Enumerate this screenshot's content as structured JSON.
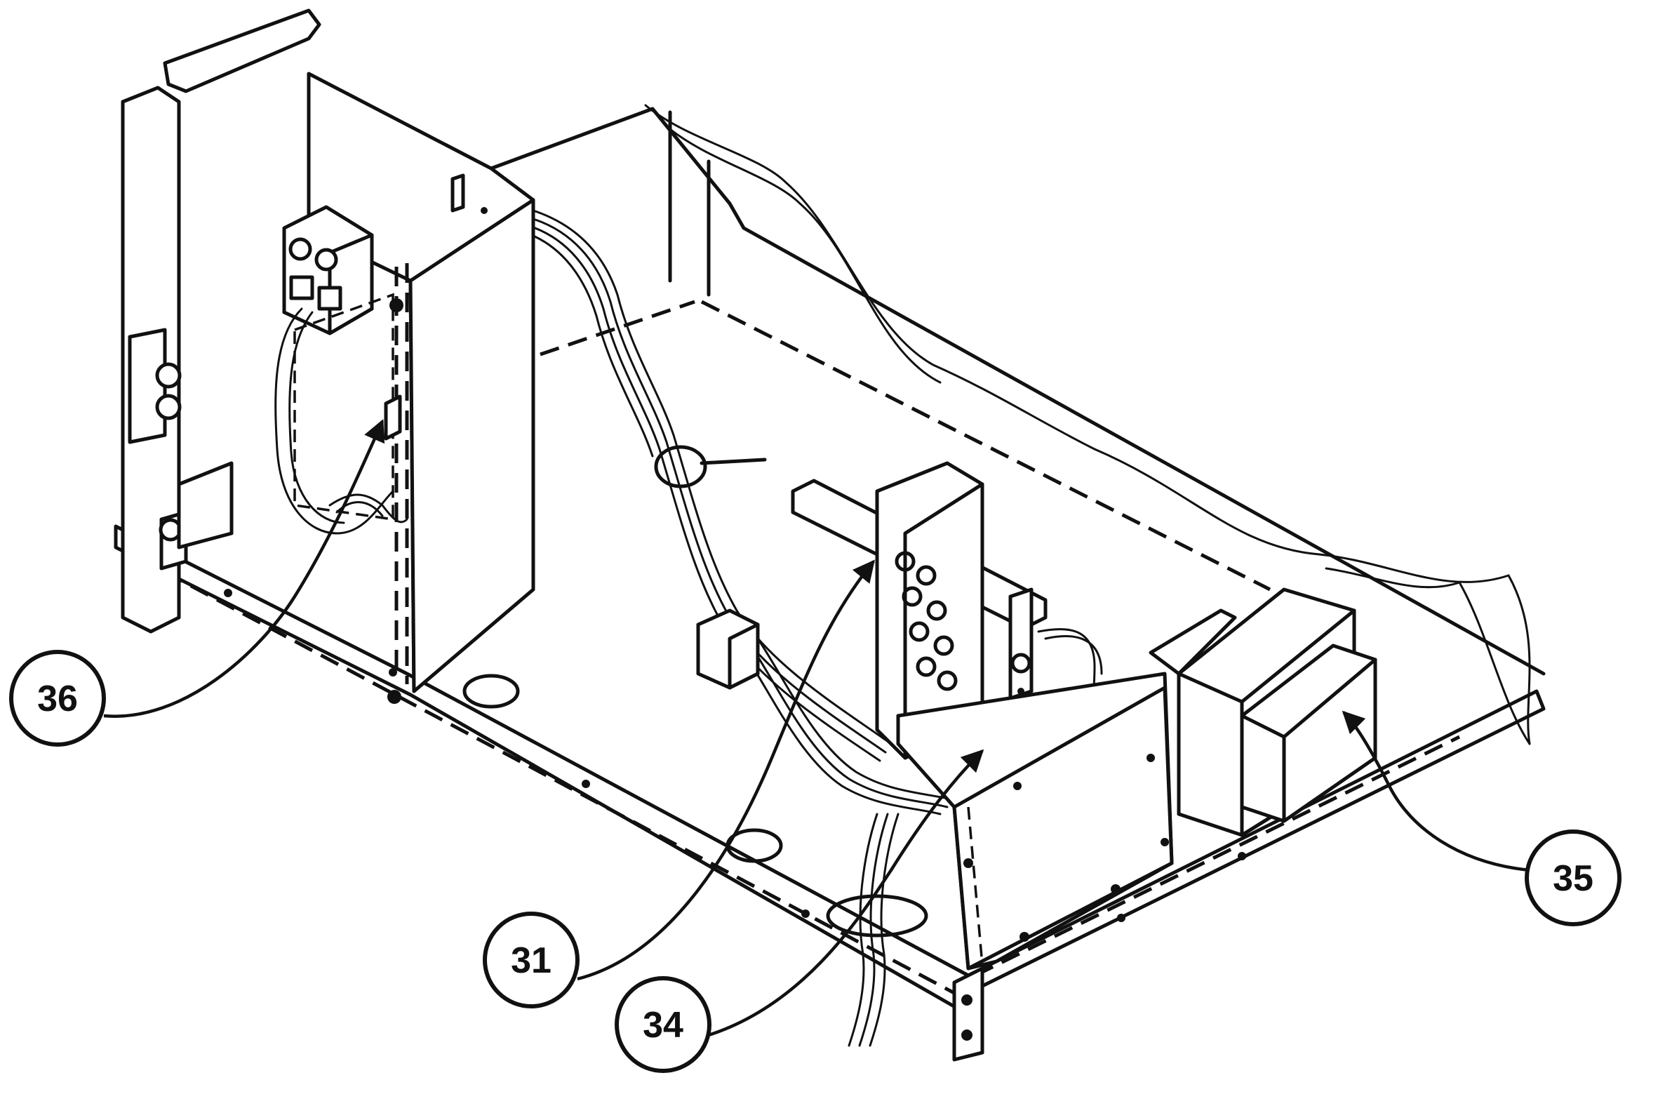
{
  "callouts": [
    {
      "id": "36",
      "label": "36"
    },
    {
      "id": "31",
      "label": "31"
    },
    {
      "id": "34",
      "label": "34"
    },
    {
      "id": "35",
      "label": "35"
    }
  ]
}
